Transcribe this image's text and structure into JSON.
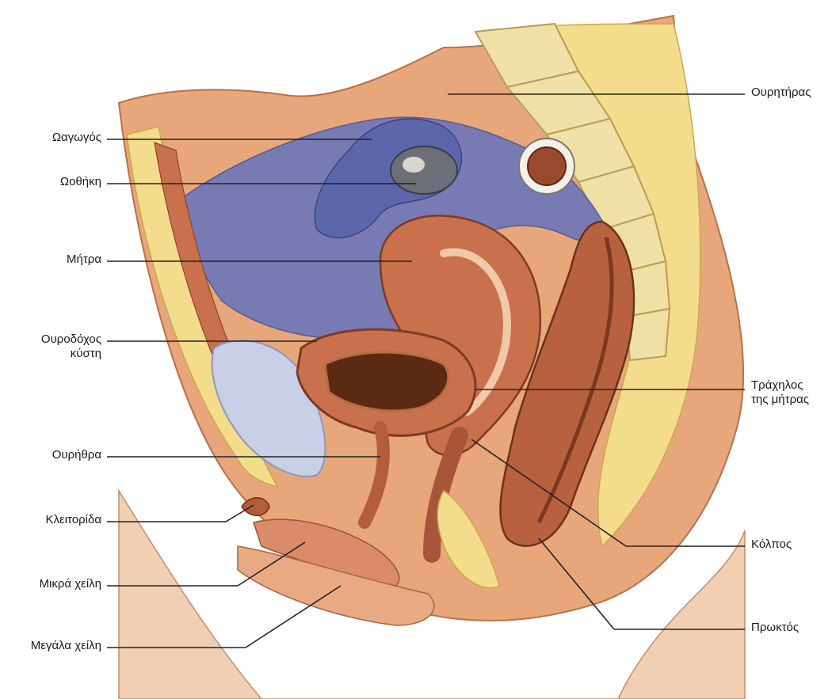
{
  "labels": {
    "oviduct": "Ωαγωγός",
    "ovary": "Ωοθήκη",
    "uterus": "Μήτρα",
    "bladder_line1": "Ουροδόχος",
    "bladder_line2": "κύστη",
    "urethra": "Ουρήθρα",
    "clitoris": "Κλειτορίδα",
    "labia_minora": "Μικρά χείλη",
    "labia_majora": "Μεγάλα χείλη",
    "ureter": "Ουρητήρας",
    "cervix_line1": "Τράχηλος",
    "cervix_line2": "της μήτρας",
    "vagina": "Κόλπος",
    "anus": "Πρωκτός"
  },
  "colors": {
    "skin": "#e8a77a",
    "fat": "#f3dc8c",
    "bone": "#efe1a5",
    "peritoneum": "#6f78b8",
    "muscle": "#b85a3a",
    "uterus_wall": "#c8714c",
    "bladder": "#c9d0e6",
    "leader": "#222222"
  }
}
